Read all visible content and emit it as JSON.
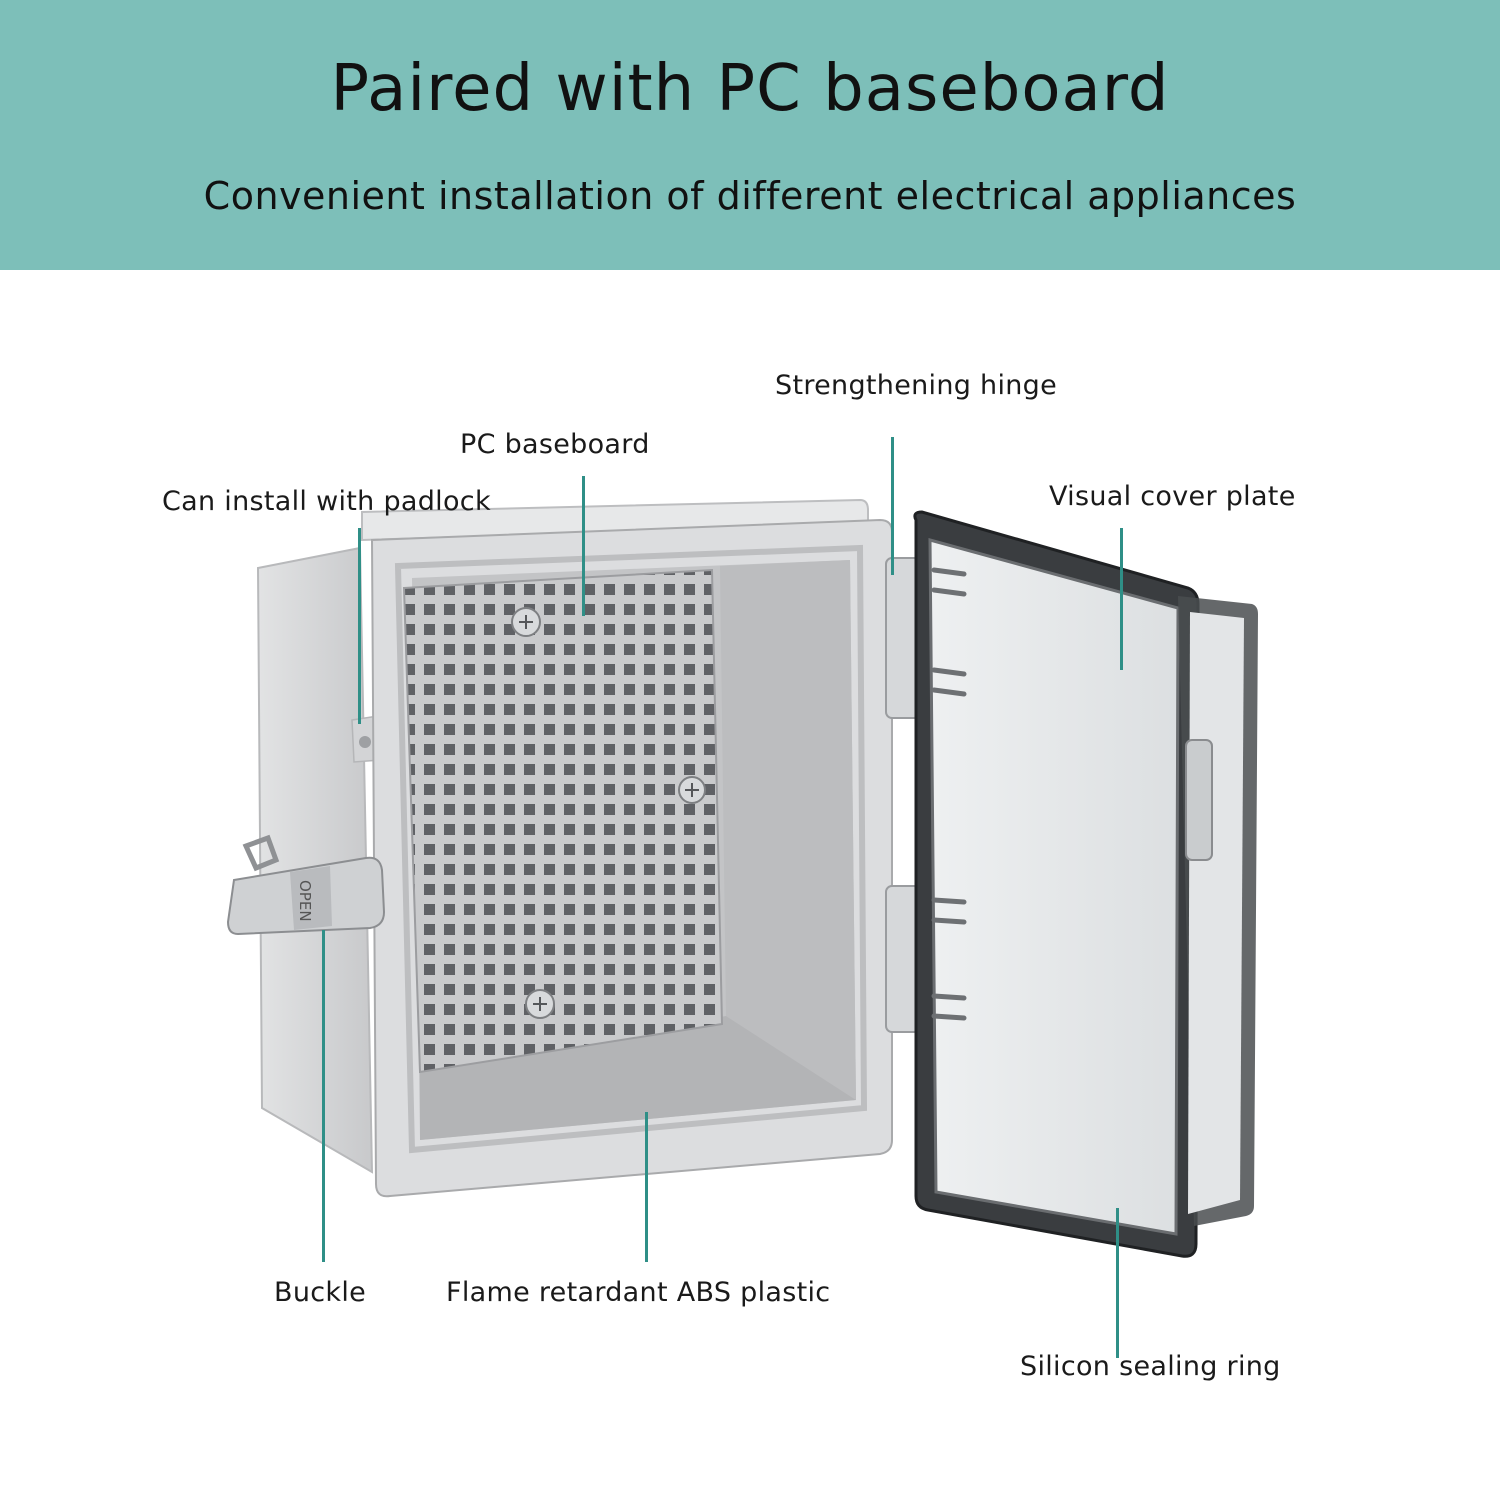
{
  "header": {
    "title": "Paired with PC baseboard",
    "subtitle": "Convenient installation of different electrical appliances"
  },
  "callouts": {
    "strengthening_hinge": "Strengthening hinge",
    "pc_baseboard": "PC baseboard",
    "padlock": "Can install with padlock",
    "visual_cover_plate": "Visual cover plate",
    "buckle": "Buckle",
    "abs_plastic": "Flame retardant ABS plastic",
    "sealing_ring": "Silicon sealing ring"
  },
  "product": {
    "latch_text": "OPEN"
  },
  "colors": {
    "banner": "#7dbfb9",
    "leader_line": "#2f8f87",
    "enclosure_gray": "#d9dadb"
  }
}
